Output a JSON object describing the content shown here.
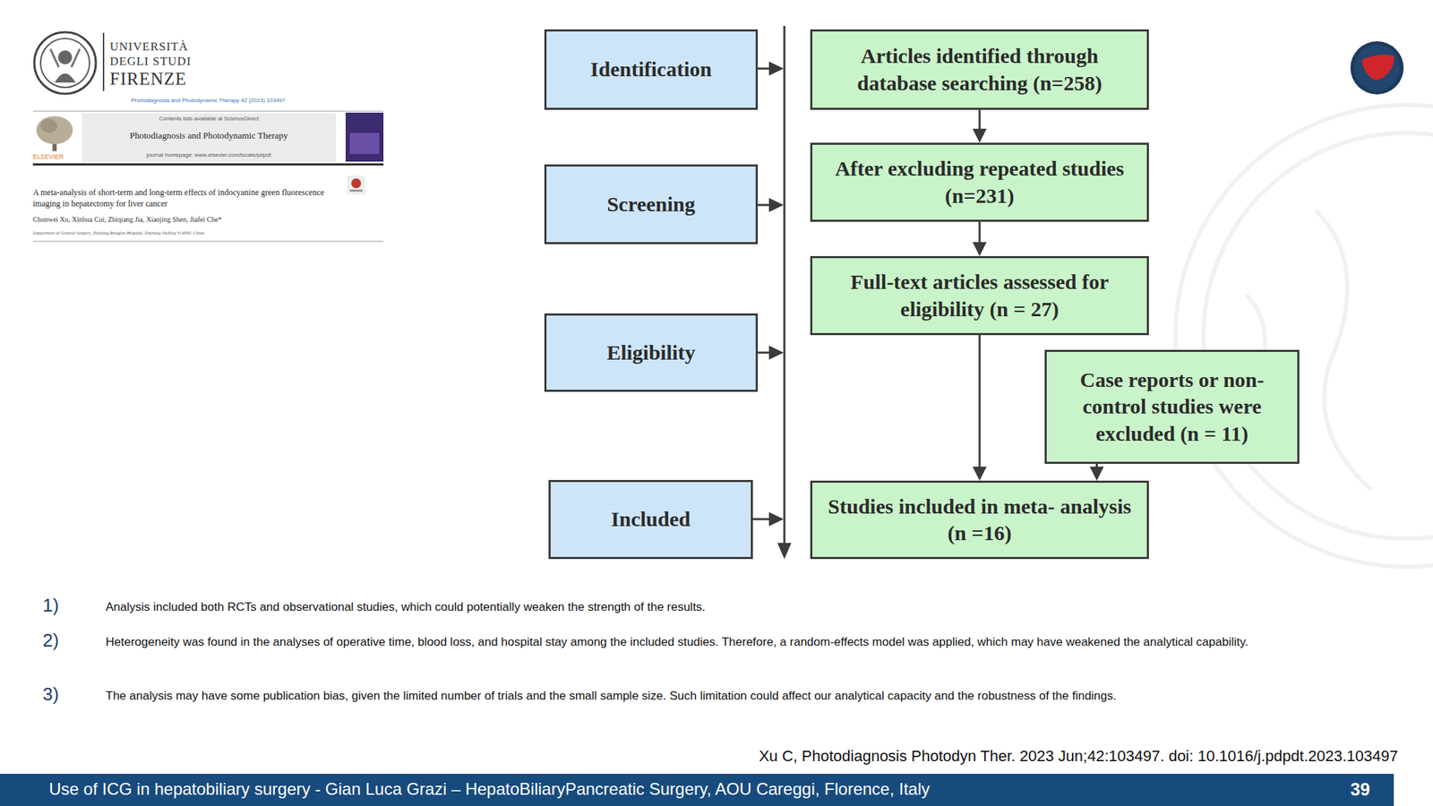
{
  "diagram": {
    "nodes": [
      {
        "text": [
          "Identification"
        ]
      },
      {
        "text": [
          "Articles identified through database searching (n=258)"
        ]
      },
      {
        "text": [
          "Screening"
        ]
      },
      {
        "text": [
          "After excluding repeated studies (n=231)"
        ]
      },
      {
        "text": [
          "Eligibility"
        ]
      },
      {
        "text": [
          "Full-text articles assessed for eligibility (n = 27)"
        ]
      },
      {
        "text": [
          "Case reports or non- control studies were excluded (n = 11)"
        ]
      },
      {
        "text": [
          "Included"
        ]
      },
      {
        "text": [
          "Studies included in meta- analysis (n =16)"
        ]
      }
    ],
    "edges": [
      {
        "from": 1,
        "to": 3,
        "arrow": "to"
      },
      {
        "from": 3,
        "to": 5,
        "arrow": "to"
      },
      {
        "from": 5,
        "to": 8,
        "arrow": "to"
      },
      {
        "from": 6,
        "to": 8,
        "arrow": "to"
      }
    ],
    "labels": [
      "UNIVERSITÀ",
      "DEGLI STUDI",
      "FIRENZE",
      "Photodiagnosis and Photodynamic Therapy 42 (2023) 103497",
      "Contents lists available at ScienceDirect",
      "Photodiagnosis and Photodynamic Therapy",
      "journal homepage: www.elsevier.com/locate/pdpdt",
      "ELSEVIER",
      "A meta-analysis of short-term and long-term effects of indocyanine green fluorescence imaging in hepatectomy for liver cancer",
      "Chunwei Xu, Xinhua Cui, Zhiqiang Jia, Xiaojing Shen, Jiafei Che*",
      "Department of General Surgery, Zhejiang Rongjun Hospital, Zhejiang JiaXing 314000, China",
      "1)",
      "Analysis included both RCTs and observational studies, which could potentially weaken the strength of the results.",
      "2)",
      "Heterogeneity was found in the analyses of operative time, blood loss, and hospital stay among the included studies. Therefore, a random-effects model was applied, which may have weakened the analytical capability.",
      "3)",
      "The analysis may have some publication bias, given the limited number of trials and the small sample size. Such limitation could affect our analytical capacity and the robustness of the findings.",
      "Xu C, Photodiagnosis Photodyn Ther. 2023 Jun;42:103497. doi: 10.1016/j.pdpdt.2023.103497",
      "Use of ICG in hepatobiliary surgery - Gian Luca Grazi – HepatoBiliaryPancreatic Surgery, AOU Careggi, Florence, Italy",
      "39"
    ]
  }
}
